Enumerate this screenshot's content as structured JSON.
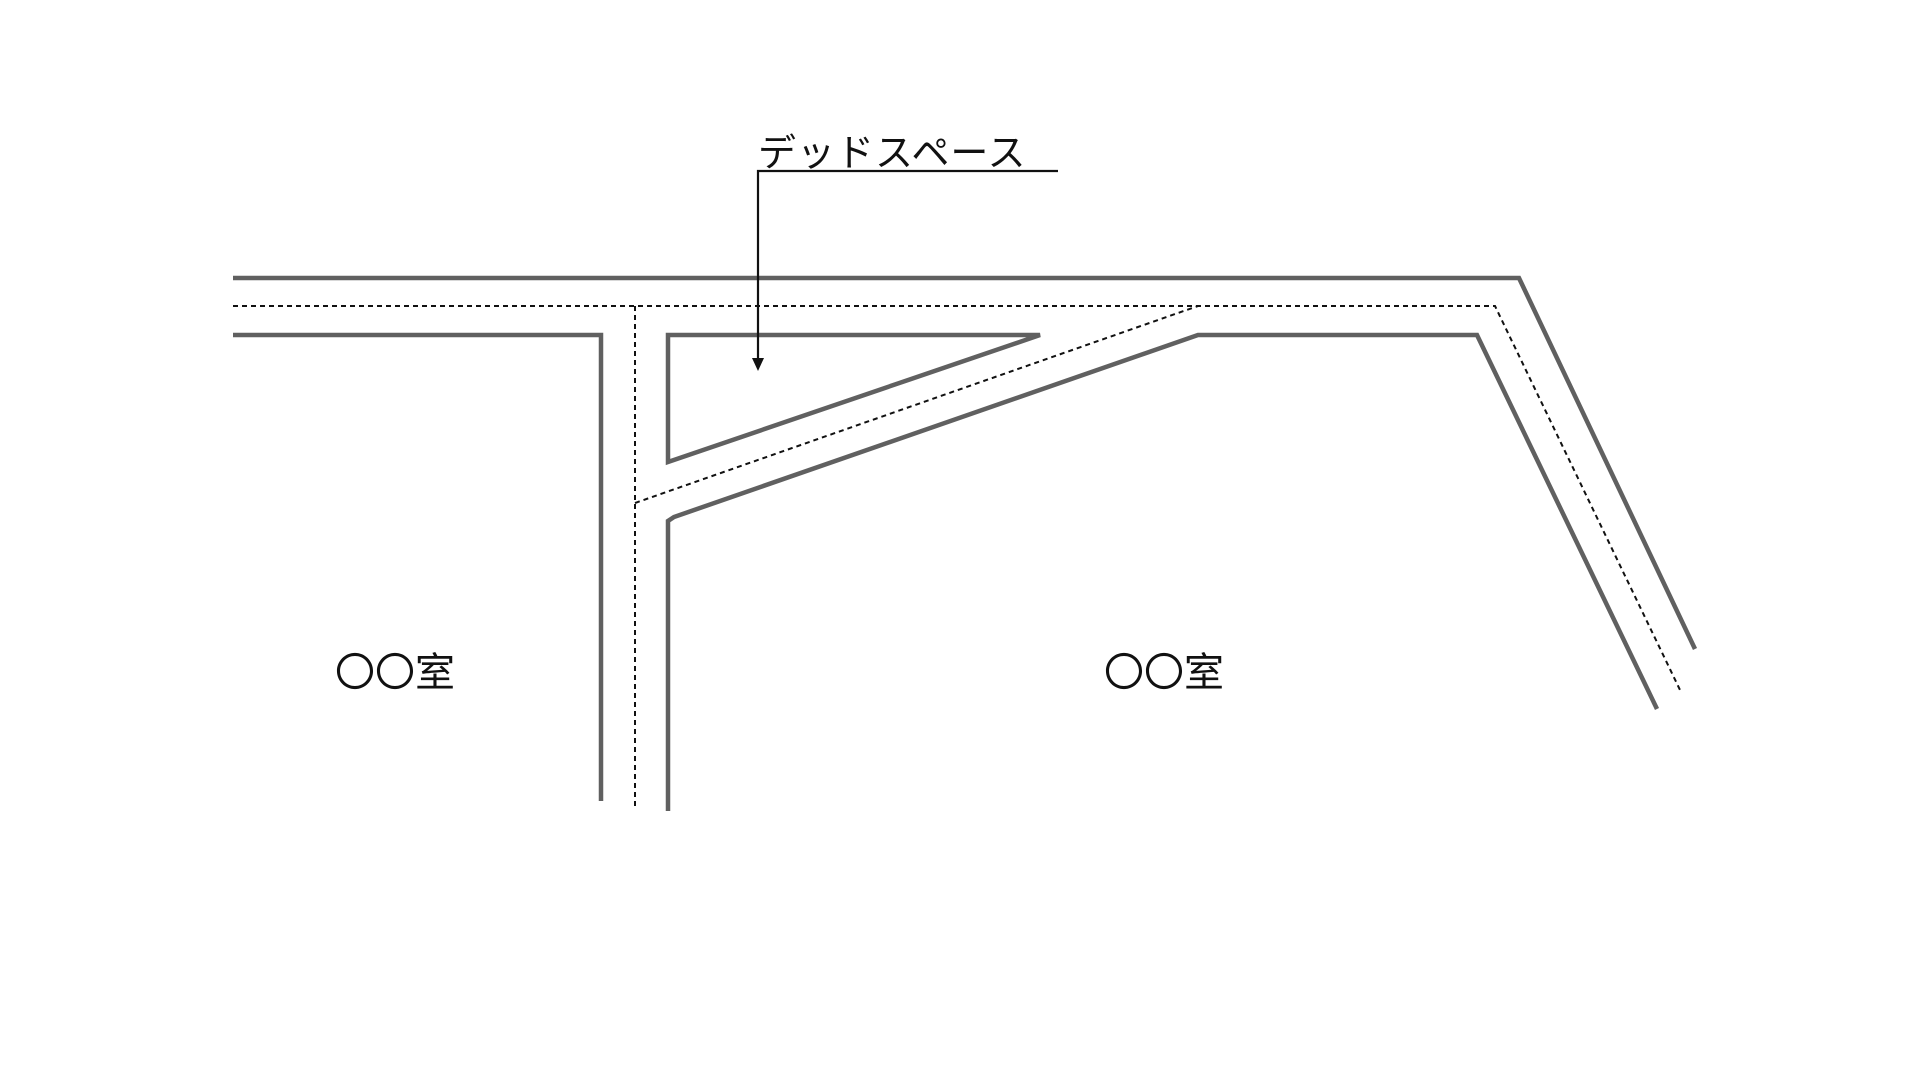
{
  "annotation": {
    "label": "デッドスペース"
  },
  "rooms": [
    {
      "label": "〇〇室"
    },
    {
      "label": "〇〇室"
    }
  ]
}
